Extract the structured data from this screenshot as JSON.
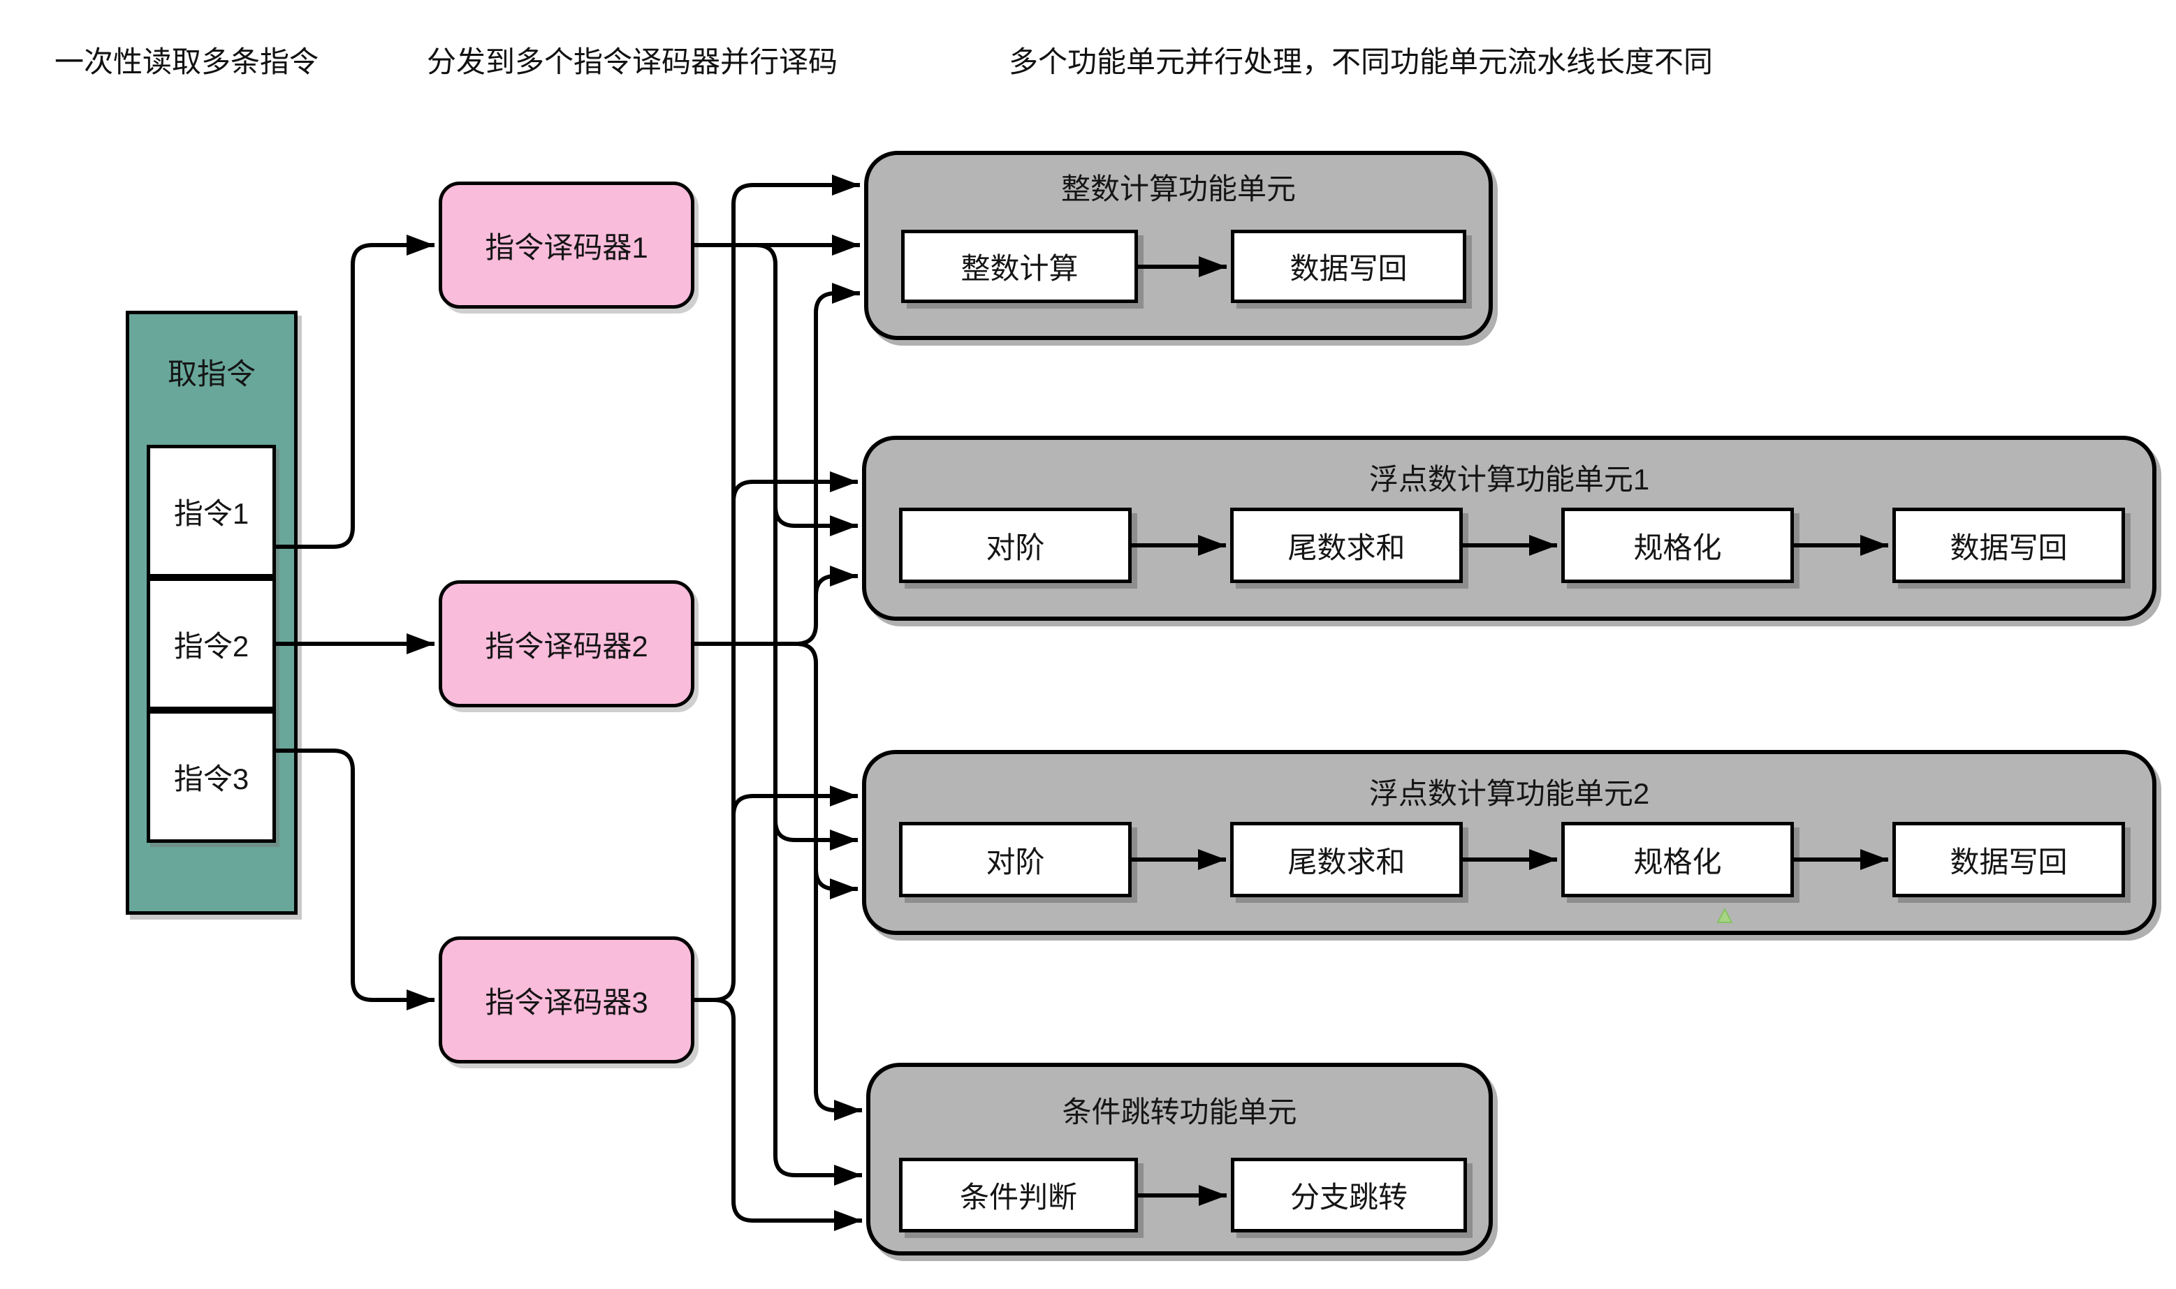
{
  "annotations": {
    "fetch_note": "一次性读取多条指令",
    "decode_note": "分发到多个指令译码器并行译码",
    "units_note": "多个功能单元并行处理，不同功能单元流水线长度不同"
  },
  "fetch_unit": {
    "title": "取指令",
    "instructions": [
      "指令1",
      "指令2",
      "指令3"
    ]
  },
  "decoders": [
    {
      "label": "指令译码器1"
    },
    {
      "label": "指令译码器2"
    },
    {
      "label": "指令译码器3"
    }
  ],
  "units": [
    {
      "title": "整数计算功能单元",
      "stages": [
        "整数计算",
        "数据写回"
      ]
    },
    {
      "title": "浮点数计算功能单元1",
      "stages": [
        "对阶",
        "尾数求和",
        "规格化",
        "数据写回"
      ]
    },
    {
      "title": "浮点数计算功能单元2",
      "stages": [
        "对阶",
        "尾数求和",
        "规格化",
        "数据写回"
      ]
    },
    {
      "title": "条件跳转功能单元",
      "stages": [
        "条件判断",
        "分支跳转"
      ]
    }
  ],
  "connections": [
    "指令1→指令译码器1",
    "指令2→指令译码器2",
    "指令3→指令译码器3",
    "指令译码器1→整数计算功能单元",
    "指令译码器1→浮点数计算功能单元1",
    "指令译码器1→浮点数计算功能单元2",
    "指令译码器1→条件跳转功能单元",
    "指令译码器2→整数计算功能单元",
    "指令译码器2→浮点数计算功能单元1",
    "指令译码器2→浮点数计算功能单元2",
    "指令译码器2→条件跳转功能单元",
    "指令译码器3→整数计算功能单元",
    "指令译码器3→浮点数计算功能单元1",
    "指令译码器3→浮点数计算功能单元2",
    "指令译码器3→条件跳转功能单元"
  ],
  "colors": {
    "fetch_fill": "#69A79A",
    "decoder_fill": "#F9BCDB",
    "unit_fill": "#B5B5B5",
    "stage_fill": "#FFFFFF",
    "line": "#000000",
    "stage_shadow": "#8E8E8E",
    "artifact_green": "#A8D585",
    "background": "#FFFFFF"
  }
}
